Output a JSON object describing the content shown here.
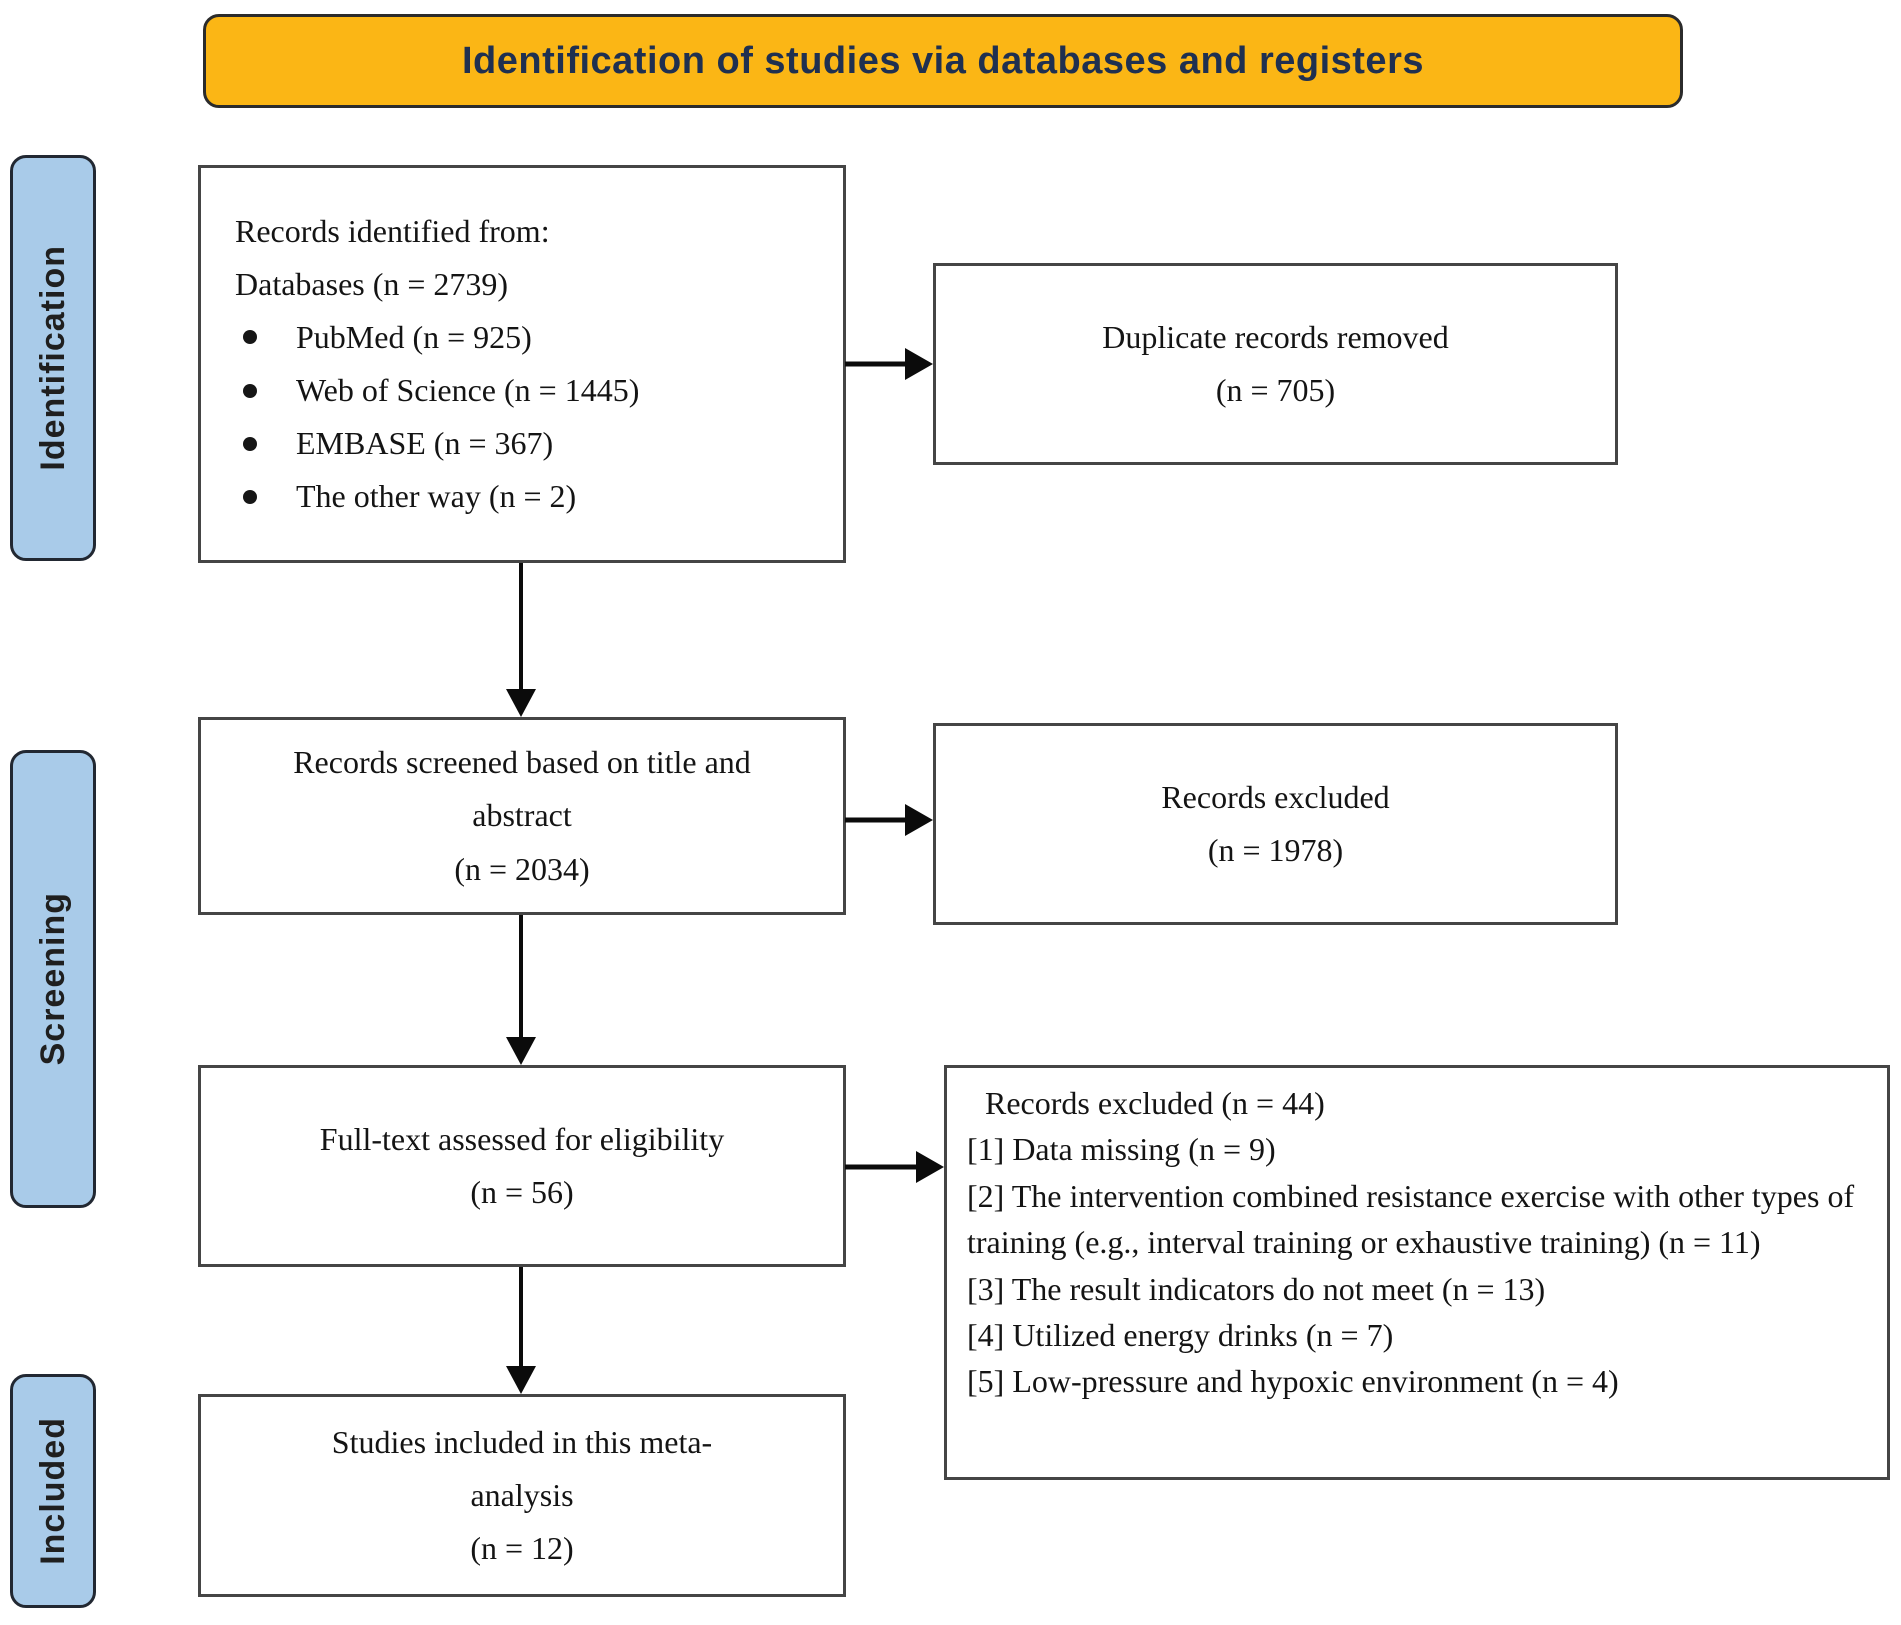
{
  "banner": {
    "title": "Identification of studies via databases and registers"
  },
  "colors": {
    "banner_bg": "#fbb615",
    "banner_text": "#1f3050",
    "stage_bg": "#a9cbe9",
    "box_border": "#454545",
    "arrow": "#0b0b0b"
  },
  "stages": [
    {
      "label": "Identification"
    },
    {
      "label": "Screening"
    },
    {
      "label": "Included"
    }
  ],
  "boxes": {
    "records_identified": {
      "intro_lines": [
        "Records identified from:",
        "Databases (n = 2739)"
      ],
      "bullets": [
        "PubMed (n = 925)",
        "Web of Science (n = 1445)",
        "EMBASE (n = 367)",
        "The other way (n = 2)"
      ]
    },
    "duplicates_removed": {
      "lines": [
        "Duplicate records removed",
        "(n = 705)"
      ]
    },
    "records_screened": {
      "lines": [
        "Records screened based on title and",
        "abstract",
        "(n = 2034)"
      ]
    },
    "records_excluded_screening": {
      "lines": [
        "Records excluded",
        "(n = 1978)"
      ]
    },
    "fulltext_assessed": {
      "lines": [
        "Full-text assessed for eligibility",
        "(n = 56)"
      ]
    },
    "records_excluded_fulltext": {
      "title": "Records excluded (n = 44)",
      "reasons": [
        "[1] Data missing (n = 9)",
        "[2] The intervention combined resistance exercise with other types of training (e.g., interval training or exhaustive training) (n = 11)",
        "[3] The result indicators do not meet (n = 13)",
        "[4] Utilized energy drinks (n = 7)",
        "[5] Low-pressure and hypoxic environment (n = 4)"
      ]
    },
    "studies_included": {
      "lines": [
        "Studies included in this meta-",
        "analysis",
        "(n = 12)"
      ]
    }
  }
}
